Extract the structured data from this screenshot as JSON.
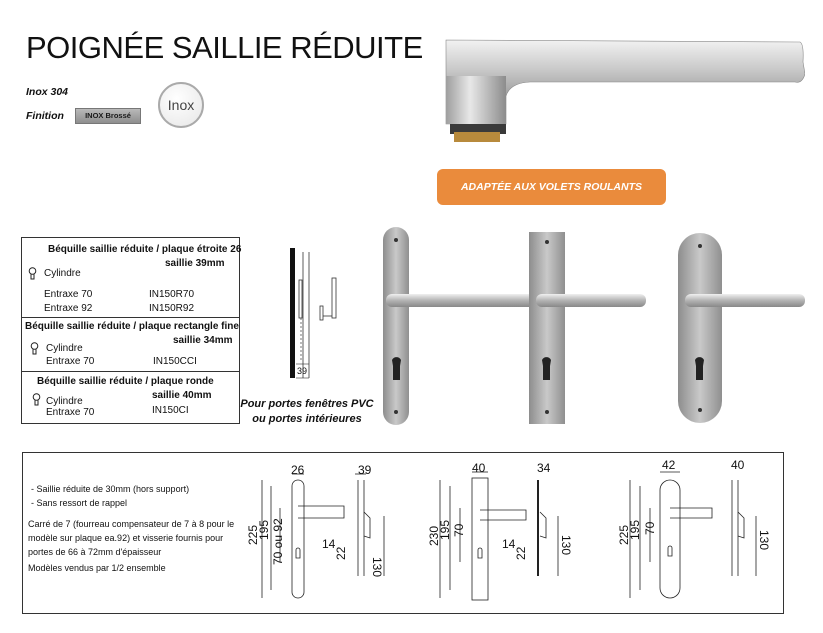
{
  "header": {
    "title": "POIGNÉE SAILLIE RÉDUITE",
    "material": "Inox 304",
    "finish_label": "Finition",
    "finish_badge": "INOX Brossé",
    "logo_text": "Inox"
  },
  "banner": "ADAPTÉE AUX VOLETS ROULANTS",
  "references": [
    {
      "title_line1": "Béquille saillie réduite / plaque étroite 26",
      "title_line2": "saillie 39mm",
      "lock_label": "Cylindre",
      "rows": [
        {
          "label": "Entraxe 70",
          "code": "IN150R70"
        },
        {
          "label": "Entraxe 92",
          "code": "IN150R92"
        }
      ]
    },
    {
      "title_line1": "Béquille saillie réduite / plaque rectangle fine",
      "title_line2": "saillie 34mm",
      "lock_label": "Cylindre",
      "rows": [
        {
          "label": "Entraxe 70",
          "code": "IN150CCI"
        }
      ]
    },
    {
      "title_line1": "Béquille saillie réduite / plaque ronde",
      "title_line2": "saillie 40mm",
      "lock_label": "Cylindre",
      "rows": [
        {
          "label": "Entraxe 70",
          "code": "IN150CI"
        }
      ]
    }
  ],
  "side_dimension": "39",
  "usage_note_line1": "Pour portes fenêtres PVC",
  "usage_note_line2": "ou portes intérieures",
  "specs": {
    "lines": [
      "- Saillie réduite de 30mm (hors support)",
      "- Sans ressort de rappel",
      "Carré de 7 (fourreau compensateur de 7 à 8 pour le",
      "modèle sur plaque ea.92) et visserie fournis pour",
      "portes de 66 à 72mm d'épaisseur",
      "Modèles vendus par 1/2 ensemble"
    ]
  },
  "drawings": [
    {
      "width": "26",
      "depth": "39",
      "h1": "225",
      "h2": "195",
      "entraxe": "70 ou 92",
      "c1": "14",
      "c2": "22",
      "side": "130"
    },
    {
      "width": "40",
      "depth": "34",
      "h1": "230",
      "h2": "195",
      "entraxe": "70",
      "c1": "14",
      "c2": "22",
      "side": "130"
    },
    {
      "width": "42",
      "depth": "40",
      "h1": "225",
      "h2": "195",
      "entraxe": "70",
      "side": "130"
    }
  ],
  "colors": {
    "accent": "#ea8b3c",
    "steel": "#a8a8a8"
  }
}
